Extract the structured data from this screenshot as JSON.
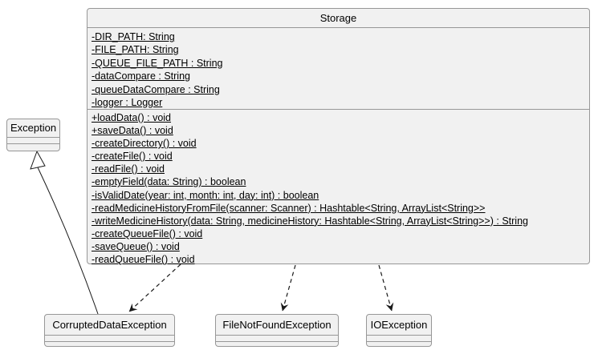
{
  "diagram": {
    "storage": {
      "title": "Storage",
      "fields": [
        "-DIR_PATH: String",
        "-FILE_PATH: String",
        "-QUEUE_FILE_PATH : String",
        "-dataCompare : String",
        "-queueDataCompare : String",
        "-logger : Logger"
      ],
      "methods": [
        "+loadData() : void",
        "+saveData() : void",
        "-createDirectory() : void",
        "-createFile() : void",
        "-readFile() : void",
        "-emptyField(data: String) : boolean",
        "-isValidDate(year: int, month: int, day: int) : boolean",
        "-readMedicineHistoryFromFile(scanner: Scanner) : Hashtable<String, ArrayList<String>>",
        "-writeMedicineHistory(data: String, medicineHistory: Hashtable<String, ArrayList<String>>) : String",
        "-createQueueFile() : void",
        "-saveQueue() : void",
        "-readQueueFile() : void"
      ]
    },
    "exception": {
      "title": "Exception"
    },
    "corrupted_data_exception": {
      "title": "CorruptedDataException"
    },
    "file_not_found_exception": {
      "title": "FileNotFoundException"
    },
    "io_exception": {
      "title": "IOException"
    },
    "colors": {
      "box_fill": "#f1f1f1",
      "box_border": "#979797",
      "text": "#000000",
      "arrow": "#1a1a1a"
    },
    "relationships": {
      "generalization": "CorruptedDataException → Exception",
      "dependencies": [
        "Storage → CorruptedDataException",
        "Storage → FileNotFoundException",
        "Storage → IOException"
      ]
    }
  }
}
